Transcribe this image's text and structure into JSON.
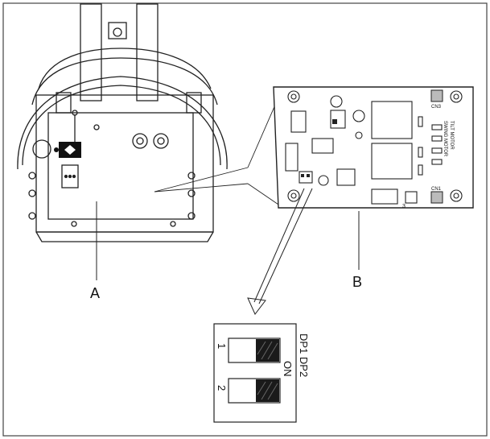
{
  "callouts": {
    "a": "A",
    "b": "B"
  },
  "pcb": {
    "pads": [
      "CN3",
      "CN1"
    ],
    "connector_label": "3",
    "switch_labels": [
      "TILT MOTOR",
      "SWING MOTOR"
    ]
  },
  "dip": {
    "title": "DP1 DP2",
    "on_label": "ON",
    "switch_numbers": [
      "1",
      "2"
    ]
  },
  "colors": {
    "line": "#222222",
    "background": "#ffffff"
  }
}
